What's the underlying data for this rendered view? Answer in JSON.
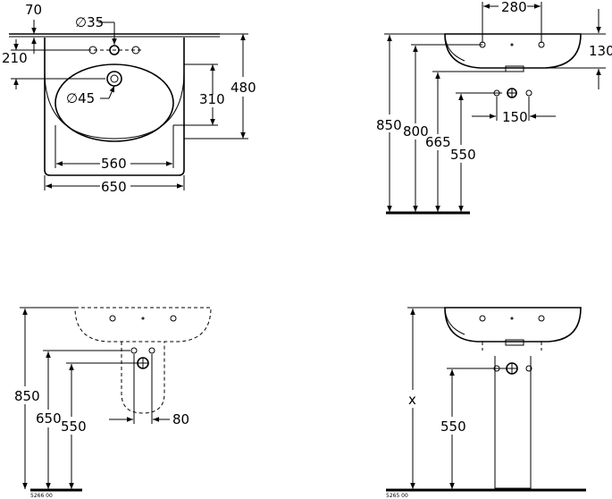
{
  "views": {
    "top": {
      "dim_70": "70",
      "dim_35": "∅35",
      "dim_210": "210",
      "dim_45": "∅45",
      "dim_310": "310",
      "dim_480": "480",
      "dim_560": "560",
      "dim_650": "650"
    },
    "front": {
      "dim_280": "280",
      "dim_130": "130",
      "dim_850": "850",
      "dim_800": "800",
      "dim_665": "665",
      "dim_550": "550",
      "dim_150": "150"
    },
    "half_pedestal": {
      "dim_850": "850",
      "dim_650": "650",
      "dim_550": "550",
      "dim_80": "80",
      "code": "5266 00"
    },
    "pedestal": {
      "dim_x": "x",
      "dim_550": "550",
      "code": "5265 00"
    }
  }
}
